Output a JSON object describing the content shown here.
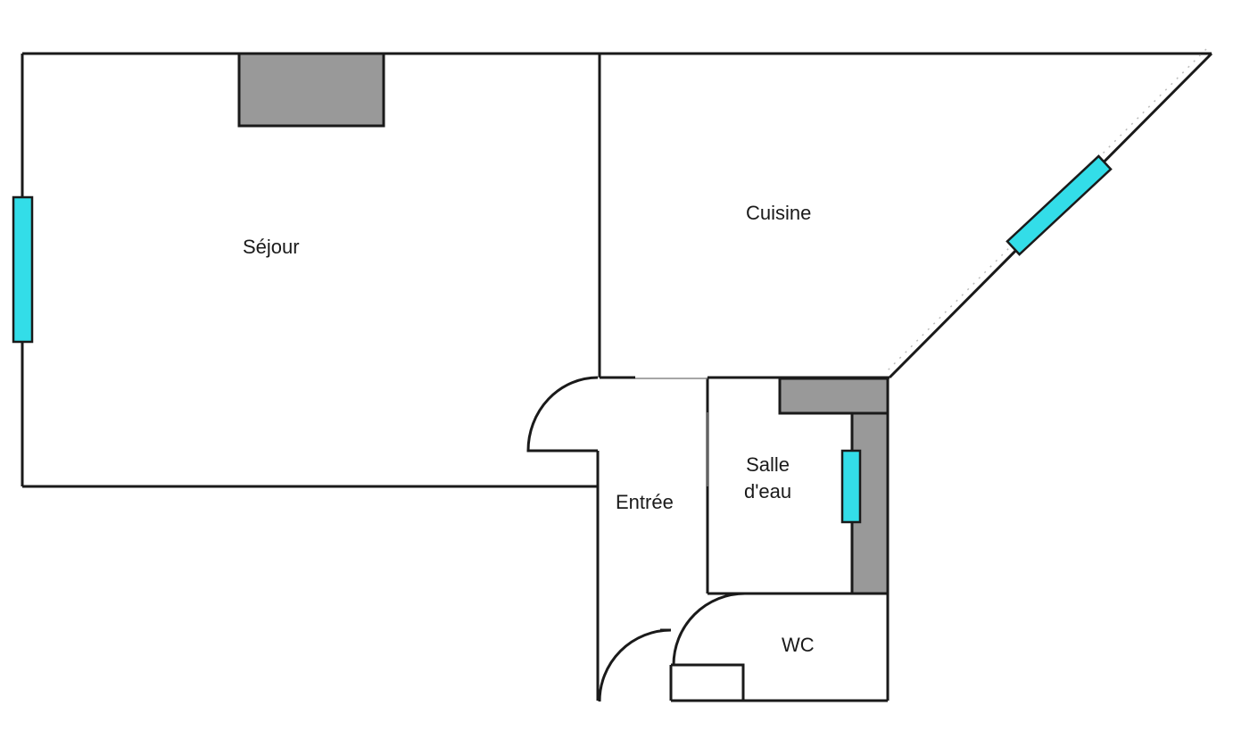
{
  "rooms": {
    "sejour": "Séjour",
    "cuisine": "Cuisine",
    "entree": "Entrée",
    "salle_line1": "Salle",
    "salle_line2": "d'eau",
    "wc": "WC"
  },
  "colors": {
    "wall": "#1a1a1a",
    "window": "#33dde8",
    "fixture": "#999999",
    "background": "#ffffff"
  }
}
